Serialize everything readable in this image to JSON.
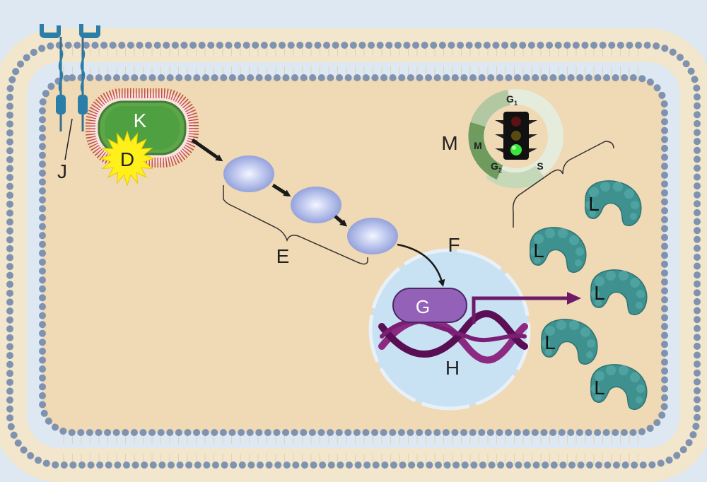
{
  "labels": {
    "K": "K",
    "D": "D",
    "J": "J",
    "E": "E",
    "F": "F",
    "G": "G",
    "H": "H",
    "M": "M"
  },
  "cell_cycle": {
    "g1": "G",
    "g1_sub": "1",
    "s": "S",
    "g2": "G",
    "g2_sub": "2",
    "m": "M"
  },
  "proteins": [
    {
      "label": "L"
    },
    {
      "label": "L"
    },
    {
      "label": "L"
    },
    {
      "label": "L"
    },
    {
      "label": "L"
    }
  ],
  "colors": {
    "background": "#dde8f2",
    "membrane_head": "#7f93b0",
    "membrane_tail": "#f2e6cc",
    "cytoplasm": "#f0d9b5",
    "nucleus": "#c9e2f3",
    "organelle_green": "#4fa040",
    "organelle_rim": "#c0504a",
    "starburst": "#ffef1a",
    "vesicle": "#a9b5e6",
    "protein_g": "#9461b8",
    "dna_dark": "#5a0f55",
    "dna_light": "#8c2a82",
    "arrow_purple": "#6d1a68",
    "protein_teal": "#3d8f8e",
    "receptor": "#2a7ea8",
    "cycle_light": "#e5ecdc",
    "cycle_dark": "#6f9b5f"
  },
  "icons": [
    "receptor-icon",
    "traffic-light-icon",
    "protein-icon"
  ]
}
